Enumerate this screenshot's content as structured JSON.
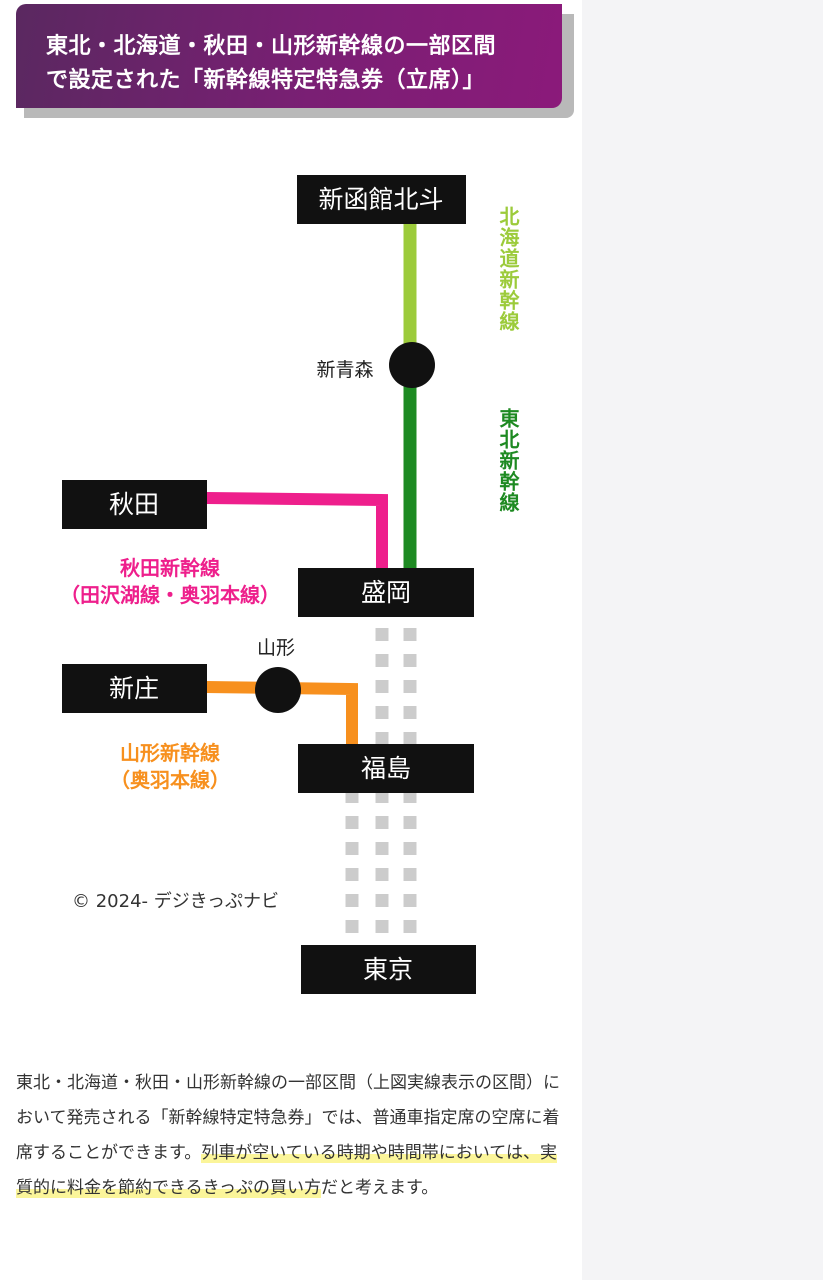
{
  "header": {
    "title_line1": "東北・北海道・秋田・山形新幹線の一部区間",
    "title_line2": "で設定された「新幹線特定特急券（立席）」"
  },
  "diagram": {
    "stations": {
      "shin_hakodate": "新函館北斗",
      "shin_aomori": "新青森",
      "akita": "秋田",
      "morioka": "盛岡",
      "yamagata": "山形",
      "shinjo": "新庄",
      "fukushima": "福島",
      "tokyo": "東京"
    },
    "lines": {
      "hokkaido": "北海道新幹線",
      "tohoku": "東北新幹線",
      "akita_name": "秋田新幹線",
      "akita_sub": "（田沢湖線・奥羽本線）",
      "yamagata_name": "山形新幹線",
      "yamagata_sub": "（奥羽本線）"
    },
    "colors": {
      "hokkaido": "#9ccb3b",
      "tohoku": "#1e8a22",
      "akita": "#ee1f8c",
      "yamagata": "#f7901e",
      "dotted": "#cccccc",
      "header": "#7a1f74"
    },
    "copyright": "© 2024- デジきっぷナビ"
  },
  "body": {
    "text_plain": "東北・北海道・秋田・山形新幹線の一部区間（上図実線表示の区間）において発売される「新幹線特定特急券」では、普通車指定席の空席に着席することができます。",
    "text_highlight": "列車が空いている時期や時間帯においては、実質的に料金を節約できるきっぷの買い方",
    "text_tail": "だと考えます。"
  }
}
